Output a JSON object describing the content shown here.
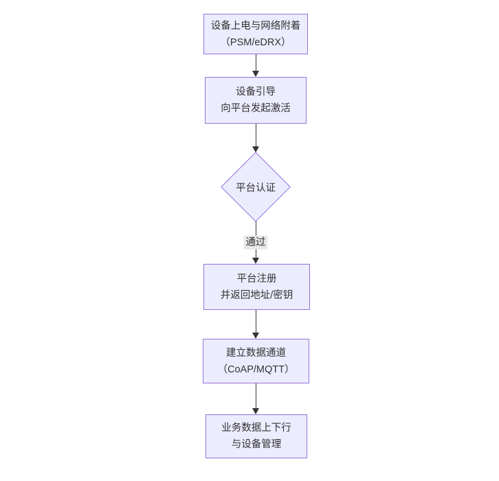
{
  "flowchart": {
    "type": "flowchart-top-down",
    "colors": {
      "node_fill": "#ECECFF",
      "node_border": "#9370DB",
      "node_text": "#333333",
      "edge_stroke": "#333333",
      "edge_label_background": "#e8e8e8",
      "page_background": "#ffffff"
    },
    "nodes": [
      {
        "id": "power-attach",
        "shape": "rect",
        "lines": [
          "设备上电与网络附着",
          "（PSM/eDRX）"
        ]
      },
      {
        "id": "bootstrap",
        "shape": "rect",
        "lines": [
          "设备引导",
          "向平台发起激活"
        ]
      },
      {
        "id": "platform-auth",
        "shape": "diamond",
        "lines": [
          "平台认证"
        ]
      },
      {
        "id": "register",
        "shape": "rect",
        "lines": [
          "平台注册",
          "并返回地址/密钥"
        ]
      },
      {
        "id": "data-channel",
        "shape": "rect",
        "lines": [
          "建立数据通道",
          "（CoAP/MQTT）"
        ]
      },
      {
        "id": "business-data",
        "shape": "rect",
        "lines": [
          "业务数据上下行",
          "与设备管理"
        ]
      }
    ],
    "edges": [
      {
        "from": "power-attach",
        "to": "bootstrap",
        "label": ""
      },
      {
        "from": "bootstrap",
        "to": "platform-auth",
        "label": ""
      },
      {
        "from": "platform-auth",
        "to": "register",
        "label": "通过"
      },
      {
        "from": "register",
        "to": "data-channel",
        "label": ""
      },
      {
        "from": "data-channel",
        "to": "business-data",
        "label": ""
      }
    ]
  }
}
